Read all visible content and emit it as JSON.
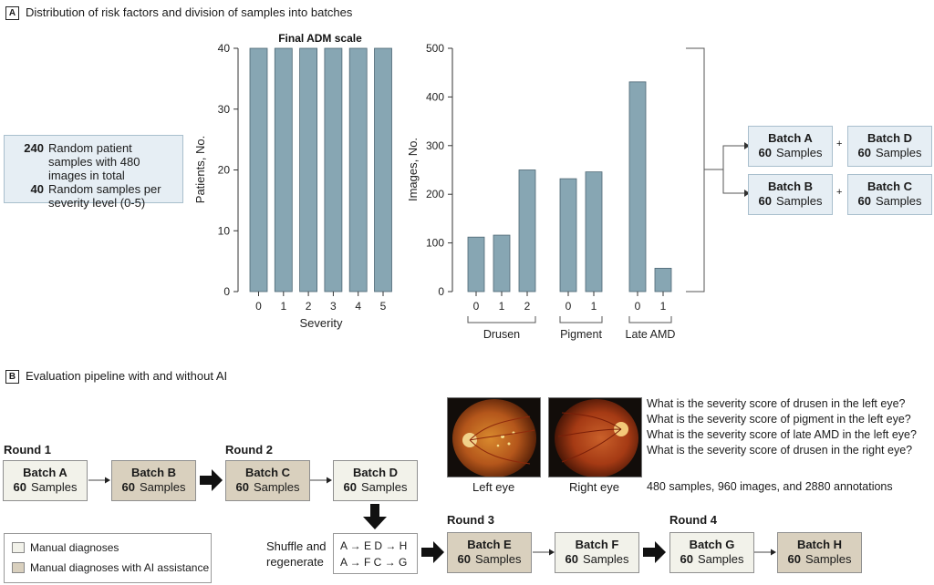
{
  "panel_a": {
    "tag": "A",
    "title": "Distribution of risk factors and division of samples into batches",
    "info": [
      {
        "num": "240",
        "text": "Random patient samples with 480 images in total"
      },
      {
        "num": "40",
        "text": "Random samples per severity level (0-5)"
      }
    ]
  },
  "chart_data": [
    {
      "type": "bar",
      "title": "Final ADM scale",
      "categories": [
        "0",
        "1",
        "2",
        "3",
        "4",
        "5"
      ],
      "values": [
        40,
        40,
        40,
        40,
        40,
        40
      ],
      "xlabel": "Severity",
      "ylabel": "Patients, No.",
      "ylim": [
        0,
        40
      ],
      "yticks": [
        0,
        10,
        20,
        30,
        40
      ],
      "color": "#87a6b3"
    },
    {
      "type": "bar",
      "title": "",
      "groups": [
        {
          "name": "Drusen",
          "categories": [
            "0",
            "1",
            "2"
          ],
          "values": [
            112,
            116,
            250
          ]
        },
        {
          "name": "Pigment",
          "categories": [
            "0",
            "1"
          ],
          "values": [
            232,
            246
          ]
        },
        {
          "name": "Late AMD",
          "categories": [
            "0",
            "1"
          ],
          "values": [
            431,
            48
          ]
        }
      ],
      "xlabel": "",
      "ylabel": "Images, No.",
      "ylim": [
        0,
        500
      ],
      "yticks": [
        0,
        100,
        200,
        300,
        400,
        500
      ],
      "color": "#87a6b3"
    }
  ],
  "batches_a": [
    {
      "name": "Batch A",
      "count": "60",
      "unit": "Samples"
    },
    {
      "name": "Batch D",
      "count": "60",
      "unit": "Samples"
    },
    {
      "name": "Batch B",
      "count": "60",
      "unit": "Samples"
    },
    {
      "name": "Batch C",
      "count": "60",
      "unit": "Samples"
    }
  ],
  "plus": "+",
  "panel_b": {
    "tag": "B",
    "title": "Evaluation pipeline with and without AI",
    "rounds": [
      "Round 1",
      "Round 2",
      "Round 3",
      "Round 4"
    ],
    "batches": [
      {
        "name": "Batch A",
        "count": "60",
        "unit": "Samples"
      },
      {
        "name": "Batch B",
        "count": "60",
        "unit": "Samples"
      },
      {
        "name": "Batch C",
        "count": "60",
        "unit": "Samples"
      },
      {
        "name": "Batch D",
        "count": "60",
        "unit": "Samples"
      },
      {
        "name": "Batch E",
        "count": "60",
        "unit": "Samples"
      },
      {
        "name": "Batch F",
        "count": "60",
        "unit": "Samples"
      },
      {
        "name": "Batch G",
        "count": "60",
        "unit": "Samples"
      },
      {
        "name": "Batch H",
        "count": "60",
        "unit": "Samples"
      }
    ],
    "shuffle_label_1": "Shuffle and",
    "shuffle_label_2": "regenerate",
    "shuffle_lines": [
      "A → E  D → H",
      "A → F  C → G"
    ],
    "legend": [
      {
        "label": "Manual diagnoses",
        "color": "#f2f2ea"
      },
      {
        "label": "Manual diagnoses with AI assistance",
        "color": "#d9d0be"
      }
    ],
    "eyes": [
      {
        "label": "Left eye",
        "icon": "fundus-left-icon"
      },
      {
        "label": "Right eye",
        "icon": "fundus-right-icon"
      }
    ],
    "questions": [
      "What is the severity score of drusen in the left eye?",
      "What is the severity score of pigment  in the left eye?",
      "What is the severity score of late AMD  in the left eye?",
      "What is the severity score of drusen in the right eye?"
    ],
    "summary": "480 samples, 960 images, and 2880 annotations"
  }
}
